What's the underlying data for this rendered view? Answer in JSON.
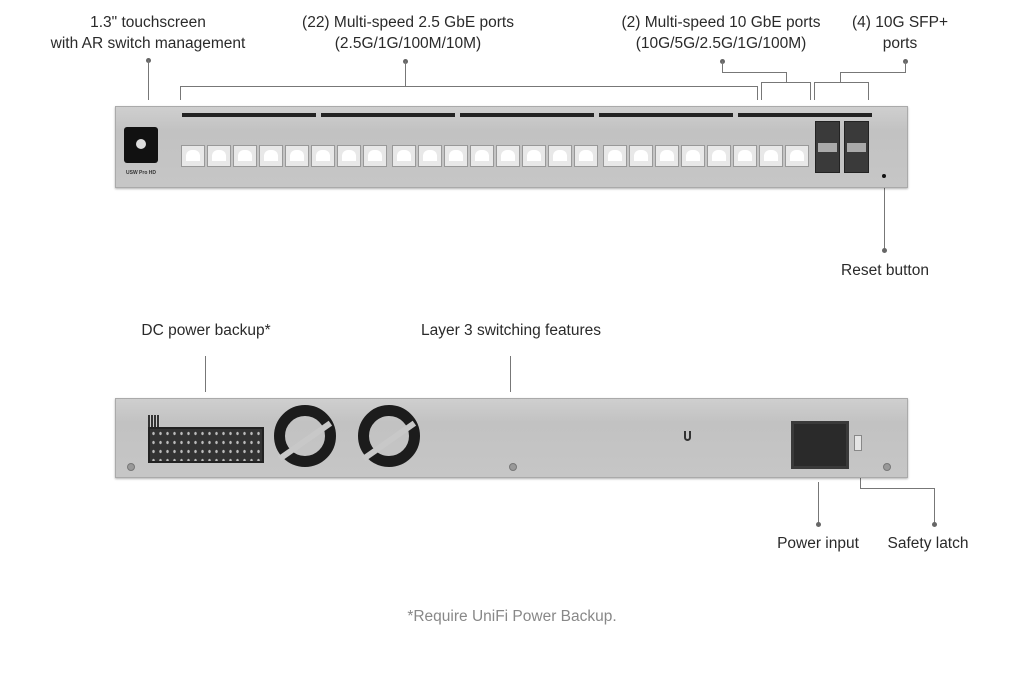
{
  "front_labels": {
    "touchscreen": [
      "1.3\" touchscreen",
      "with AR switch management"
    ],
    "ports_2_5g": [
      "(22) Multi-speed 2.5 GbE ports",
      "(2.5G/1G/100M/10M)"
    ],
    "ports_10g": [
      "(2) Multi-speed 10 GbE ports",
      "(10G/5G/2.5G/1G/100M)"
    ],
    "sfp": [
      "(4) 10G SFP+",
      "ports"
    ],
    "reset": "Reset button"
  },
  "rear_labels": {
    "dc_backup": "DC power backup*",
    "layer3": "Layer 3 switching features",
    "power_input": "Power input",
    "safety_latch": "Safety latch"
  },
  "model": "USW Pro HD",
  "footnote": "*Require UniFi Power Backup.",
  "rj45_port_count": 24,
  "sfp_port_count": 4
}
